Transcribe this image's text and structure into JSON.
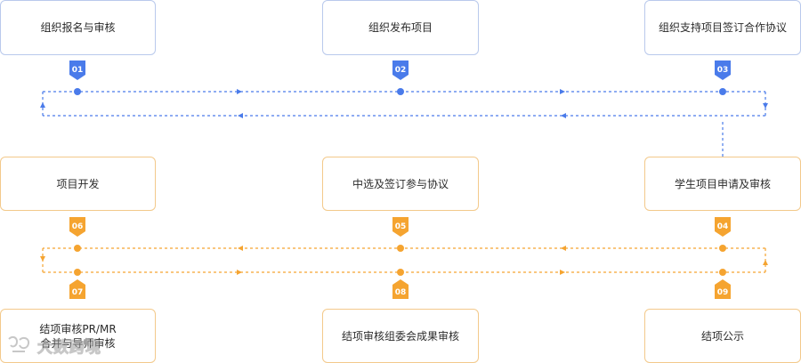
{
  "steps": [
    {
      "num": "01",
      "label": "组织报名与审核",
      "phase": "blue"
    },
    {
      "num": "02",
      "label": "组织发布项目",
      "phase": "blue"
    },
    {
      "num": "03",
      "label": "组织支持项目签订合作协议",
      "phase": "blue"
    },
    {
      "num": "04",
      "label": "学生项目申请及审核",
      "phase": "orange"
    },
    {
      "num": "05",
      "label": "中选及签订参与协议",
      "phase": "orange"
    },
    {
      "num": "06",
      "label": "项目开发",
      "phase": "orange"
    },
    {
      "num": "07",
      "label": "结项审核PR/MR合并与导师审核",
      "label_line1": "结项审核PR/MR",
      "label_line2": "合并与导师审核",
      "phase": "orange"
    },
    {
      "num": "08",
      "label": "结项审核组委会成果审核",
      "phase": "orange"
    },
    {
      "num": "09",
      "label": "结项公示",
      "phase": "orange"
    }
  ],
  "watermark": {
    "text": "大数跨境"
  },
  "colors": {
    "blue": "#4a7bea",
    "orange": "#f5a430",
    "blue_border": "#b9c9ec",
    "orange_border": "#f3c98b"
  }
}
